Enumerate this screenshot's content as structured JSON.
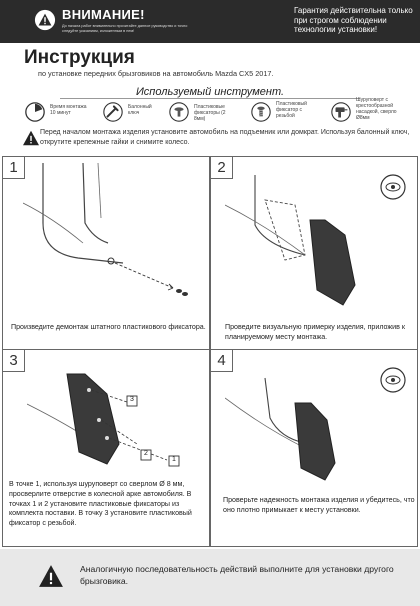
{
  "header": {
    "warning_title": "ВНИМАНИЕ!",
    "warning_sub": "До начала работ внимательно прочитайте данное руководство и точно следуйте указаниям, изложенным в нем!",
    "guarantee": "Гарантия действительна только при строгом соблюдении технологии установки!"
  },
  "title": "Инструкция",
  "subtitle": "по установке передних брызговиков на автомобиль Mazda CX5 2017.",
  "tools": {
    "heading": "Используемый инструмент.",
    "items": [
      {
        "icon": "clock-icon",
        "label": "Время монтажа 10 минут"
      },
      {
        "icon": "wrench-icon",
        "label": "Балонный ключ"
      },
      {
        "icon": "plastic-clip-icon",
        "label": "Пластиковые фиксаторы (2 8мм)"
      },
      {
        "icon": "screw-clip-icon",
        "label": "Пластиковый фиксатор с резьбой"
      },
      {
        "icon": "drill-icon",
        "label": "Шуруповерт с крестообразной насадкой, сверло Ø8мм"
      }
    ]
  },
  "notice": "Перед началом монтажа изделия установите автомобиль на подъемник или домкрат. Используя балонный ключ, открутите крепежные гайки и снимите колесо.",
  "steps": [
    {
      "num": "1",
      "text": "Произведите демонтаж штатного пластикового фиксатора."
    },
    {
      "num": "2",
      "text": "Проведите визуальную примерку изделия, приложив к планируемому месту монтажа."
    },
    {
      "num": "3",
      "text": "В точке 1, используя шуруповерт со сверлом Ø 8 мм, просверлите отверстие в колесной арке автомобиля. В точках 1 и 2 установите пластиковые фиксаторы из комплекта поставки. В точку 3 установите пластиковый фиксатор с резьбой.",
      "markers": [
        "1",
        "2",
        "3"
      ]
    },
    {
      "num": "4",
      "text": "Проверьте надежность монтажа изделия и убедитесь, что оно плотно примыкает к месту установки."
    }
  ],
  "footer_note": "Аналогичную последовательность действий выполните для установки другого брызговика."
}
